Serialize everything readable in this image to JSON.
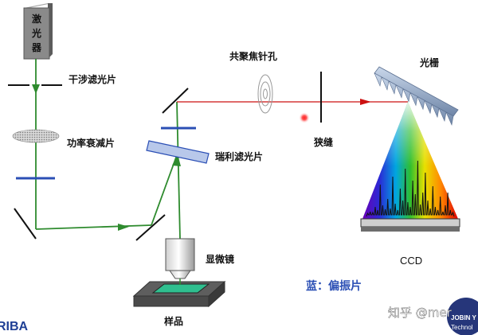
{
  "labels": {
    "laser": [
      "激",
      "光",
      "器"
    ],
    "interference_filter": "干涉滤光片",
    "power_attenuator": "功率衰减片",
    "rayleigh_filter": "瑞利滤光片",
    "confocal_pinhole": "共聚焦针孔",
    "slit": "狭缝",
    "grating": "光栅",
    "microscope": "显微镜",
    "sample": "样品",
    "ccd": "CCD",
    "polarizer_legend": "蓝：偏振片"
  },
  "watermark": {
    "text": "知乎 @mer",
    "logo_left": "RIBA",
    "logo_right_line1": "JOBIN Y",
    "logo_right_line2": "Technol"
  },
  "colors": {
    "excitation_beam": "#2e8b2e",
    "scattered_beam": "#cc1111",
    "polarizer": "#2b4fb5",
    "legend_text": "#2b4fb5",
    "laser_box": "#777777",
    "logo": "#1f3f95"
  }
}
